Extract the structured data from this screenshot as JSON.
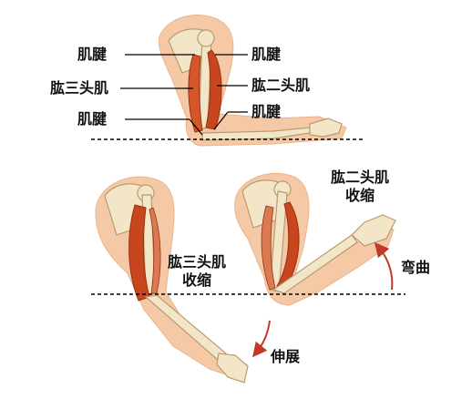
{
  "labels": {
    "upper_tendon_left": "肌腱",
    "upper_tendon_right": "肌腱",
    "biceps": "肱二头肌",
    "triceps": "肱三头肌",
    "lower_tendon_left": "肌腱",
    "lower_tendon_right": "肌腱",
    "triceps_contract_line1": "肱三头肌",
    "triceps_contract_line2": "收缩",
    "biceps_contract_line1": "肱二头肌",
    "biceps_contract_line2": "收缩",
    "flexion": "弯曲",
    "extension": "伸展"
  },
  "colors": {
    "skin": "#f5c9a6",
    "bone": "#f3e6c8",
    "bone_outline": "#b89b6e",
    "muscle": "#c8461e",
    "muscle_dark": "#9c2f12",
    "arrow": "#c0392b",
    "line": "#000000"
  }
}
